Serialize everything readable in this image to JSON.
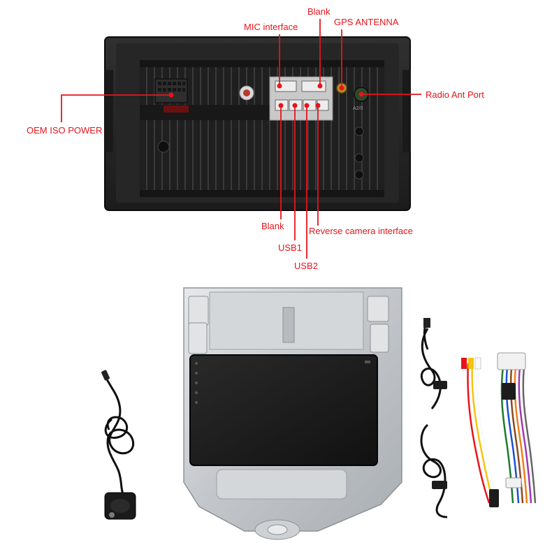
{
  "accent_color": "#e8141b",
  "callouts": {
    "mic_interface": "MIC interface",
    "blank_top": "Blank",
    "gps_antenna": "GPS ANTENNA",
    "radio_ant_port": "Radio Ant Port",
    "oem_iso_power": "OEM ISO POWER",
    "blank_bottom": "Blank",
    "usb1": "USB1",
    "usb2": "USB2",
    "reverse_camera": "Reverse camera interface"
  },
  "unit_markings": {
    "usb_port_label": "A2/0"
  },
  "icons": [
    "gps-antenna-puck-icon",
    "android-status-bar-icon",
    "android-nav-bar-icon"
  ]
}
